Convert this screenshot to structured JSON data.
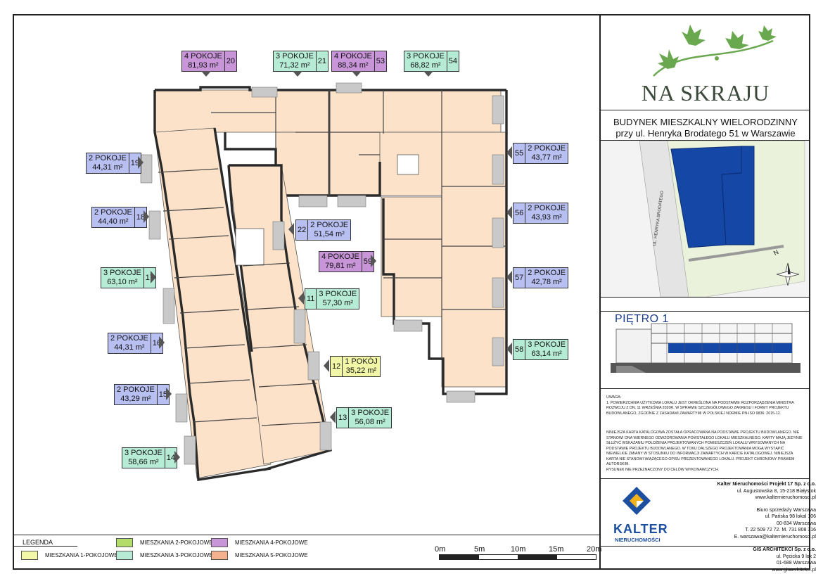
{
  "project": {
    "name": "NA SKRAJU",
    "building_line1": "BUDYNEK MIESZKALNY WIELORODZINNY",
    "building_line2": "przy ul. Henryka Brodatego 51 w Warszawie",
    "street_label": "UL. HENRYKA BRODATEGO",
    "floor": "PIĘTRO 1"
  },
  "colors": {
    "p1": "#f1f7a6",
    "p2": "#b8bff1",
    "p3": "#b6ecd6",
    "p4": "#c896d8",
    "p5": "#f5b08e",
    "room": "#fce2c8",
    "accent_blue": "#1a3c8c"
  },
  "apartments": [
    {
      "id": "20",
      "rooms": "4 POKOJE",
      "area": "81,93 m²",
      "type": "p4"
    },
    {
      "id": "21",
      "rooms": "3 POKOJE",
      "area": "71,32 m²",
      "type": "p3"
    },
    {
      "id": "53",
      "rooms": "4 POKOJE",
      "area": "88,34 m²",
      "type": "p4"
    },
    {
      "id": "54",
      "rooms": "3 POKOJE",
      "area": "68,82 m²",
      "type": "p3"
    },
    {
      "id": "19",
      "rooms": "2 POKOJE",
      "area": "44,31 m²",
      "type": "p2"
    },
    {
      "id": "18",
      "rooms": "2 POKOJE",
      "area": "44,40 m²",
      "type": "p2"
    },
    {
      "id": "17",
      "rooms": "3 POKOJE",
      "area": "63,10 m²",
      "type": "p3"
    },
    {
      "id": "16",
      "rooms": "2 POKOJE",
      "area": "44,31 m²",
      "type": "p2"
    },
    {
      "id": "15",
      "rooms": "2 POKOJE",
      "area": "43,29 m²",
      "type": "p2"
    },
    {
      "id": "14",
      "rooms": "3 POKOJE",
      "area": "58,66 m²",
      "type": "p3"
    },
    {
      "id": "22",
      "rooms": "2 POKOJE",
      "area": "51,54 m²",
      "type": "p2"
    },
    {
      "id": "59",
      "rooms": "4 POKOJE",
      "area": "79,81 m²",
      "type": "p4"
    },
    {
      "id": "11",
      "rooms": "3 POKOJE",
      "area": "57,30 m²",
      "type": "p3"
    },
    {
      "id": "12",
      "rooms": "1 POKÓJ",
      "area": "35,22 m²",
      "type": "p1"
    },
    {
      "id": "13",
      "rooms": "3 POKOJE",
      "area": "56,08 m²",
      "type": "p3"
    },
    {
      "id": "55",
      "rooms": "2 POKOJE",
      "area": "43,77 m²",
      "type": "p2"
    },
    {
      "id": "56",
      "rooms": "2 POKOJE",
      "area": "43,93 m²",
      "type": "p2"
    },
    {
      "id": "57",
      "rooms": "2 POKOJE",
      "area": "42,78 m²",
      "type": "p2"
    },
    {
      "id": "58",
      "rooms": "3 POKOJE",
      "area": "63,14 m²",
      "type": "p3"
    }
  ],
  "notes": {
    "heading": "UWAGA:",
    "n1": "1.     POWIERZCHNIA UŻYTKOWA LOKALU JEST OKREŚLONA NA PODSTAWIE ROZPORZĄDZENIA MINISTRA ROZWOJU Z DN. 11 WRZEŚNIA 2020R. W SPRAWIE SZCZEGÓŁOWEGO ZAKRESU I FORMY PROJEKTU BUDOWLANEGO, ZGODNIE Z ZASADAMI ZAWARTYMI W POLSKIEJ NORMIE PN-ISO 9836: 2015-12.",
    "p1": "NINIEJSZA KARTA KATALOGOWA ZOSTAŁA OPRACOWANA NA PODSTAWIE PROJEKTU BUDOWLANEGO. NIE STANOWI ONA WIERNEGO ODWZOROWANIA POWSTAŁEGO LOKALU MIESZKALNEGO. KARTY MAJĄ JEDYNIE SŁUŻYĆ WSKAZANIU POŁOŻENIA PROJEKTOWANYCH POMIESZCZEŃ LOKALU WRYSOWANYCH NA PODSTAWIE PROJEKTU BUDOWLANEGO. W TOKU DALSZEGO PROJEKTOWANIA MOGĄ WYSTĄPIĆ NIEWIELKIE ZMIANY W STOSUNKU DO INFORMACJI ZAWARTYCH W KARCIE KATALOGOWEJ. NINIEJSZA KARTA NIE STANOWI WIĄŻĄCEGO OPISU PREZENTOWANEGO LOKALU. PROJEKT CHRONIONY PRAWEM AUTORSKIM.",
    "p2": "RYSUNEK NIE PRZEZNACZONY DO CELÓW WYKONAWCZYCH."
  },
  "contact": {
    "company1": "Kalter Nieruchomości Projekt 17 Sp. z o.o.",
    "addr1": "ul. Augustowska 8, 15-218 Białystok",
    "web1": "www.kalternieruchomosci.pl",
    "office_title": "Biuro sprzedaży Warszawa",
    "office_addr1": "ul. Pańska 98 lokal 106",
    "office_addr2": "00-834 Warszawa",
    "phone": "T. 22 509 72 72. M. 731 808 316",
    "email": "E. warszawa@kalternieruchomosci.pl",
    "company2": "GIS ARCHITEKCI Sp. z o.o.",
    "addr2a": "ul. Pęcicka 9 lok 2",
    "addr2b": "01-688 Warszawa",
    "web2": "www.gisarchitekci.pl",
    "logo_word": "KALTER",
    "logo_sub": "NIERUCHOMOŚCI"
  },
  "legend": {
    "title": "LEGENDA",
    "items": [
      {
        "label": "MIESZKANIA 1-POKOJOWE",
        "type": "p1"
      },
      {
        "label": "MIESZKANIA 2-POKOJOWE",
        "type": "p2"
      },
      {
        "label": "MIESZKANIA 3-POKOJOWE",
        "type": "p3"
      },
      {
        "label": "MIESZKANIA 4-POKOJOWE",
        "type": "p4"
      },
      {
        "label": "MIESZKANIA 5-POKOJOWE",
        "type": "p5"
      }
    ]
  },
  "scale": {
    "labels": [
      "0m",
      "5m",
      "10m",
      "15m",
      "20m"
    ]
  },
  "compass": {
    "label": "N"
  }
}
